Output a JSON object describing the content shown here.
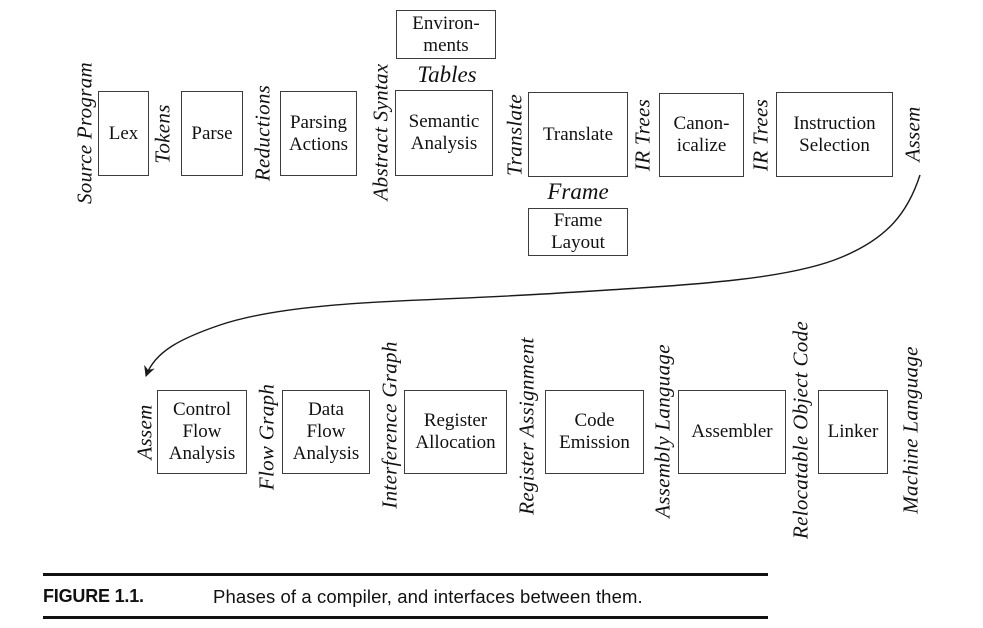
{
  "figure": {
    "top_row": {
      "interfaces": [
        "Source Program",
        "Tokens",
        "Reductions",
        "Abstract Syntax",
        "Translate",
        "IR Trees",
        "IR Trees",
        "Assem"
      ],
      "phases": [
        "Lex",
        "Parse",
        "Parsing\nActions",
        "Semantic\nAnalysis",
        "Translate",
        "Canon-\nicalize",
        "Instruction\nSelection"
      ],
      "environments_box": "Environ-\nments",
      "tables_label": "Tables",
      "frame_label": "Frame",
      "frame_layout_box": "Frame\nLayout"
    },
    "bottom_row": {
      "interfaces": [
        "Assem",
        "Flow Graph",
        "Interference Graph",
        "Register Assignment",
        "Assembly Language",
        "Relocatable Object Code",
        "Machine Language"
      ],
      "phases": [
        "Control\nFlow\nAnalysis",
        "Data\nFlow\nAnalysis",
        "Register\nAllocation",
        "Code\nEmission",
        "Assembler",
        "Linker"
      ]
    },
    "caption": {
      "label": "FIGURE 1.1.",
      "text": "Phases of a compiler, and interfaces between them."
    },
    "colors": {
      "ink": "#1a1a1a",
      "box_border": "#3d3d3d",
      "background": "#ffffff"
    }
  }
}
